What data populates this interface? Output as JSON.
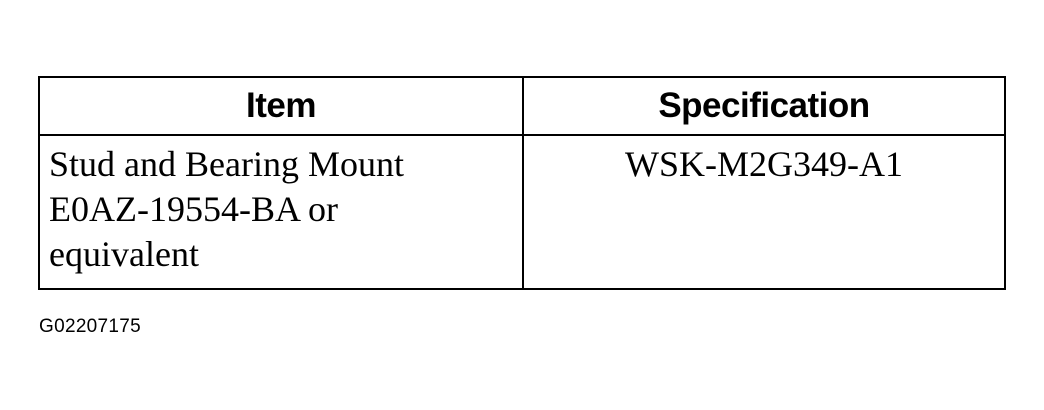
{
  "table": {
    "headers": [
      "Item",
      "Specification"
    ],
    "rows": [
      {
        "item_lines": [
          "Stud and Bearing Mount",
          "E0AZ-19554-BA or",
          "equivalent"
        ],
        "specification": "WSK-M2G349-A1"
      }
    ]
  },
  "figure_id": "G02207175"
}
